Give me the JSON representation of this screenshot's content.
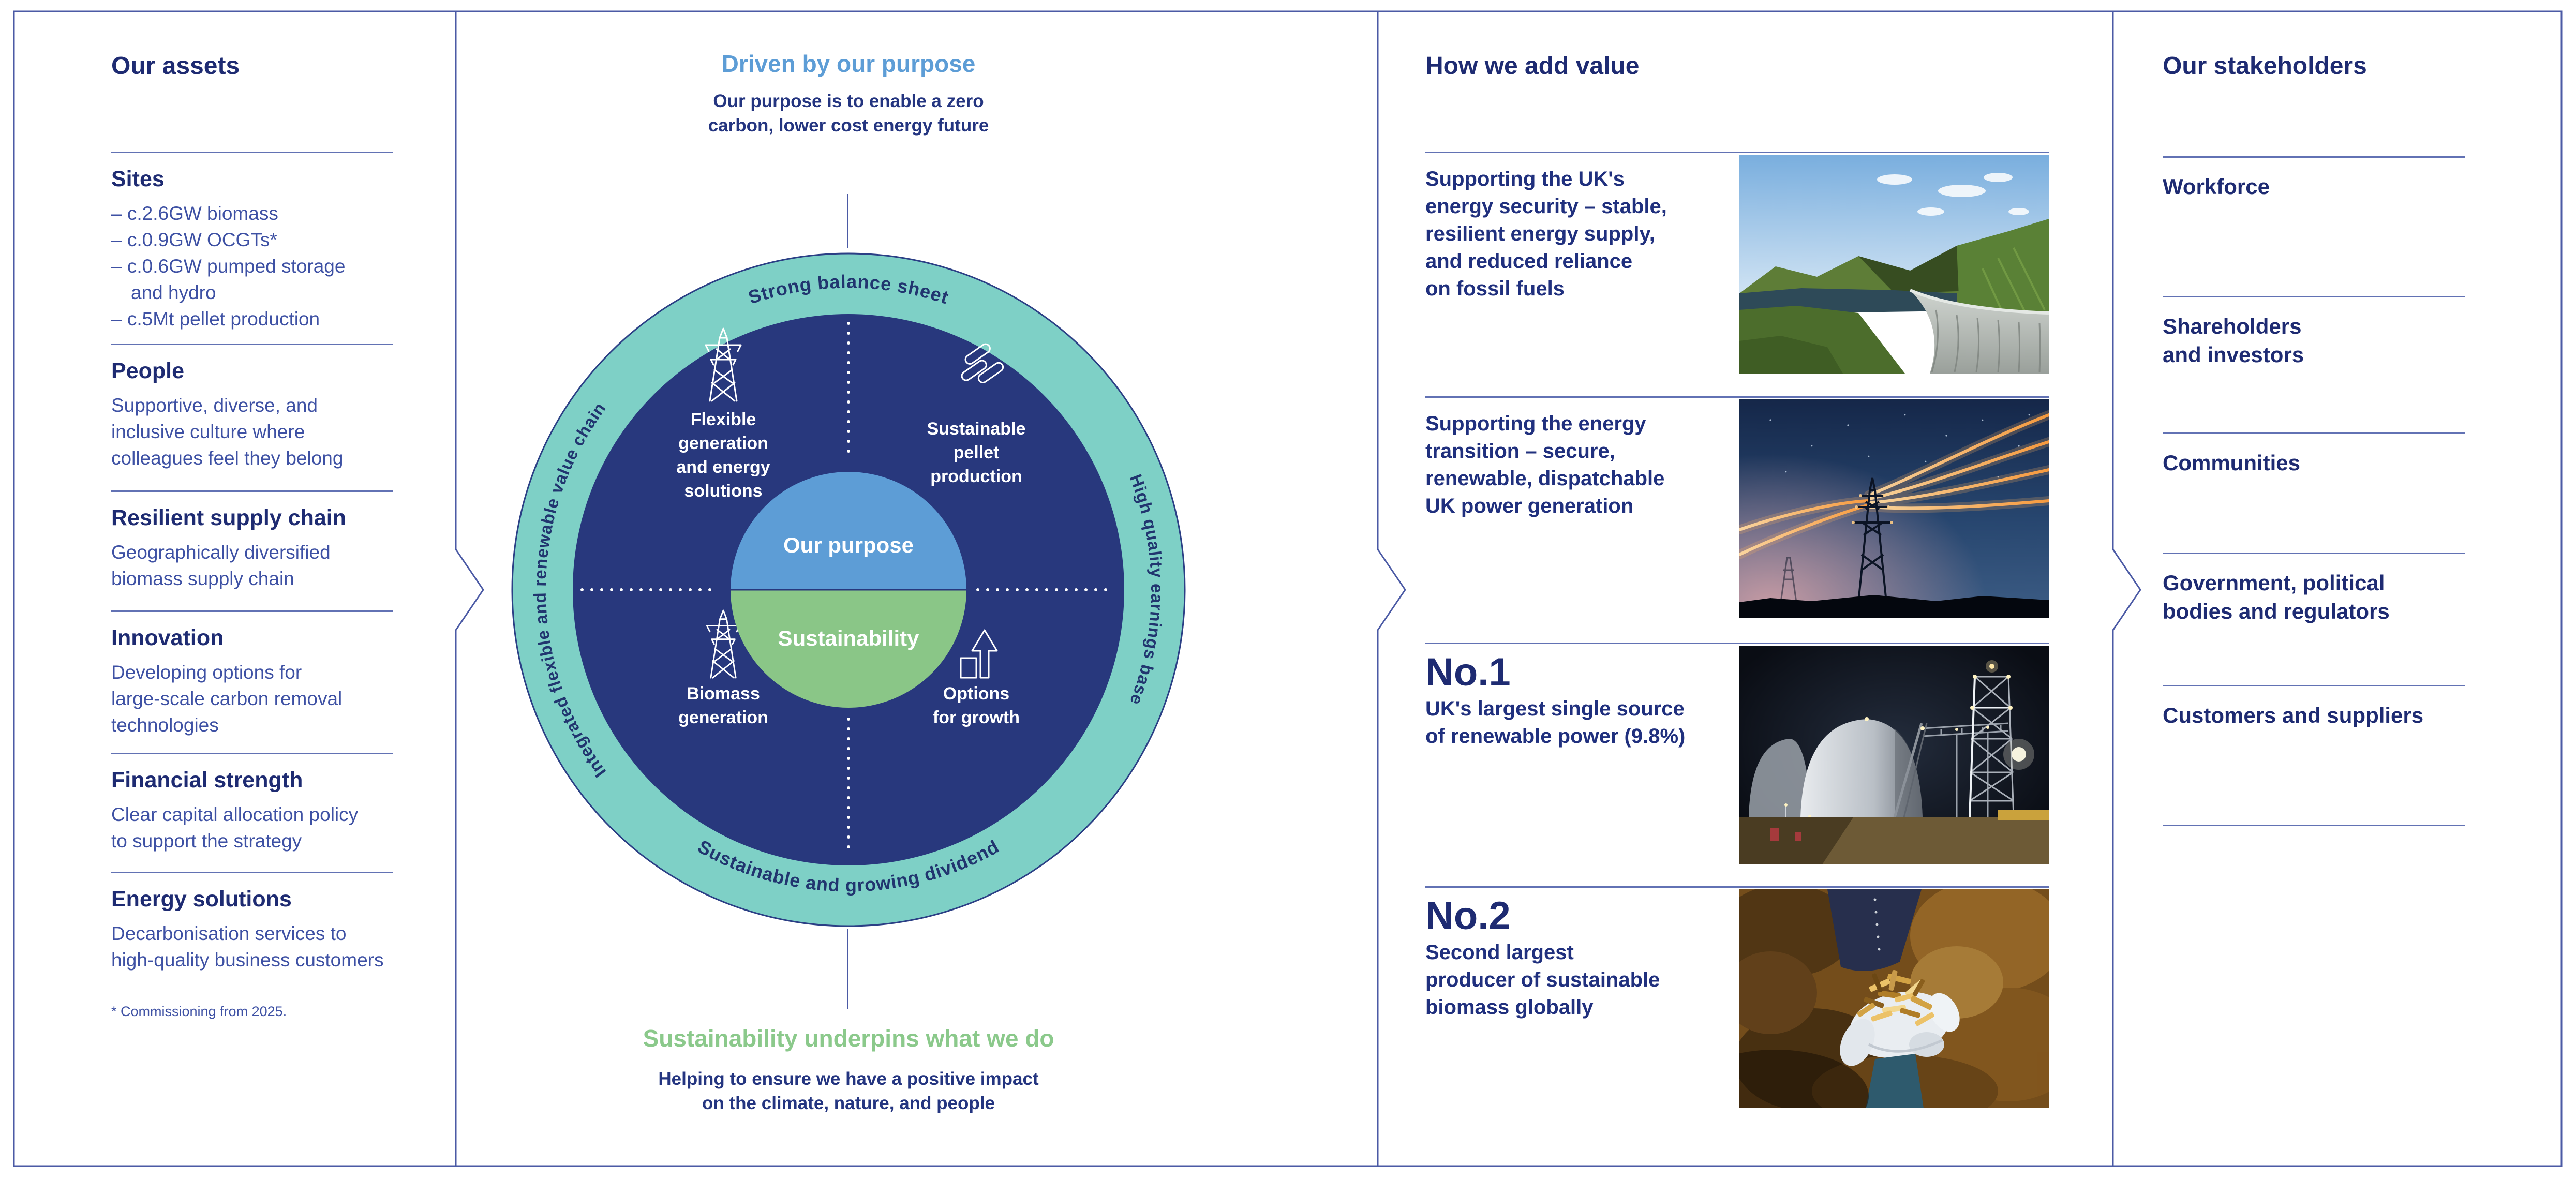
{
  "colors": {
    "heading_navy": "#1e2b72",
    "body_indigo": "#3e51a4",
    "accent_light_blue": "#5d9dd6",
    "accent_green": "#8bc98b",
    "ring_teal": "#7ed0c6",
    "circle_navy": "#28387d",
    "center_green": "#8ac687",
    "rule_blue": "#6272b4",
    "frame_blue": "#4b5aa5"
  },
  "assets": {
    "title": "Our assets",
    "sections": [
      {
        "title": "Sites",
        "lines": [
          "– c.2.6GW biomass",
          "– c.0.9GW OCGTs*",
          "– c.0.6GW pumped storage",
          "and hydro",
          "– c.5Mt pellet production"
        ]
      },
      {
        "title": "People",
        "lines": [
          "Supportive, diverse, and",
          "inclusive culture where",
          "colleagues feel they belong"
        ]
      },
      {
        "title": "Resilient supply chain",
        "lines": [
          "Geographically diversified",
          "biomass supply chain"
        ]
      },
      {
        "title": "Innovation",
        "lines": [
          "Developing options for",
          "large-scale carbon removal",
          "technologies"
        ]
      },
      {
        "title": "Financial strength",
        "lines": [
          "Clear capital allocation policy",
          "to support the strategy"
        ]
      },
      {
        "title": "Energy solutions",
        "lines": [
          "Decarbonisation services to",
          "high-quality business customers"
        ]
      }
    ],
    "footnote": "* Commissioning from 2025."
  },
  "purpose": {
    "heading": "Driven by our purpose",
    "subtitle_lines": [
      "Our purpose is to enable a zero",
      "carbon, lower cost energy future"
    ],
    "ring": {
      "top": "Strong balance sheet",
      "left": "Integrated flexible and renewable value chain",
      "right": "High quality earnings base",
      "bottom": "Sustainable and growing dividend"
    },
    "center": {
      "top": "Our purpose",
      "bottom": "Sustainability"
    },
    "quadrants": {
      "top_left": {
        "icon": "pylon-icon",
        "lines": [
          "Flexible",
          "generation",
          "and energy",
          "solutions"
        ]
      },
      "top_right": {
        "icon": "pellets-icon",
        "lines": [
          "Sustainable",
          "pellet",
          "production"
        ]
      },
      "bottom_left": {
        "icon": "pylon-icon",
        "lines": [
          "Biomass",
          "generation"
        ]
      },
      "bottom_right": {
        "icon": "growth-arrow-icon",
        "lines": [
          "Options",
          "for growth"
        ]
      }
    },
    "footer": {
      "heading": "Sustainability underpins what we do",
      "subtitle_lines": [
        "Helping to ensure we have a positive impact",
        "on the climate, nature, and people"
      ]
    }
  },
  "value": {
    "title": "How we add value",
    "rows": [
      {
        "lines": [
          "Supporting the UK's",
          "energy security – stable,",
          "resilient energy supply,",
          "and reduced reliance",
          "on fossil fuels"
        ],
        "image": "hydro-dam"
      },
      {
        "lines": [
          "Supporting the energy",
          "transition – secure,",
          "renewable, dispatchable",
          "UK power generation"
        ],
        "image": "pylon-light-trails"
      },
      {
        "big": "No.1",
        "lines": [
          "UK's largest single source",
          "of renewable power (9.8%)"
        ],
        "image": "biomass-plant-night"
      },
      {
        "big": "No.2",
        "lines": [
          "Second largest",
          "producer of sustainable",
          "biomass globally"
        ],
        "image": "hands-wood-chips"
      }
    ]
  },
  "stakeholders": {
    "title": "Our stakeholders",
    "items": [
      {
        "lines": [
          "Workforce"
        ]
      },
      {
        "lines": [
          "Shareholders",
          "and investors"
        ]
      },
      {
        "lines": [
          "Communities"
        ]
      },
      {
        "lines": [
          "Government, political",
          "bodies and regulators"
        ]
      },
      {
        "lines": [
          "Customers and suppliers"
        ]
      }
    ]
  }
}
